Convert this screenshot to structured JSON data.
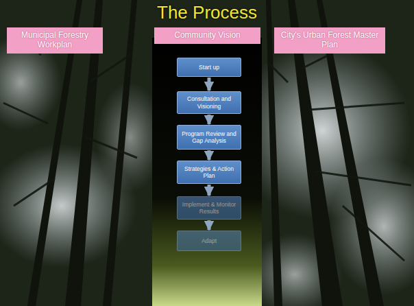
{
  "diagram": {
    "title": "The Process",
    "nodes": [
      {
        "text": [
          "Municipal Forestry Workplan"
        ]
      },
      {
        "text": [
          "Community Vision"
        ]
      },
      {
        "text": [
          "City's Urban Forest Master Plan"
        ]
      },
      {
        "text": [
          "Start up"
        ]
      },
      {
        "text": [
          "Consultation and Visioning"
        ]
      },
      {
        "text": [
          "Program Review and Gap Analysis"
        ]
      },
      {
        "text": [
          "Strategies & Action Plan"
        ]
      },
      {
        "text": [
          "Implement & Monitor Results"
        ]
      },
      {
        "text": [
          "Adapt"
        ]
      }
    ],
    "edges": [
      {
        "from": 3,
        "to": 4,
        "arrow": "to"
      },
      {
        "from": 4,
        "to": 5,
        "arrow": "to"
      },
      {
        "from": 5,
        "to": 6,
        "arrow": "to"
      },
      {
        "from": 6,
        "to": 7,
        "arrow": "to"
      },
      {
        "from": 7,
        "to": 8,
        "arrow": "to"
      }
    ]
  }
}
